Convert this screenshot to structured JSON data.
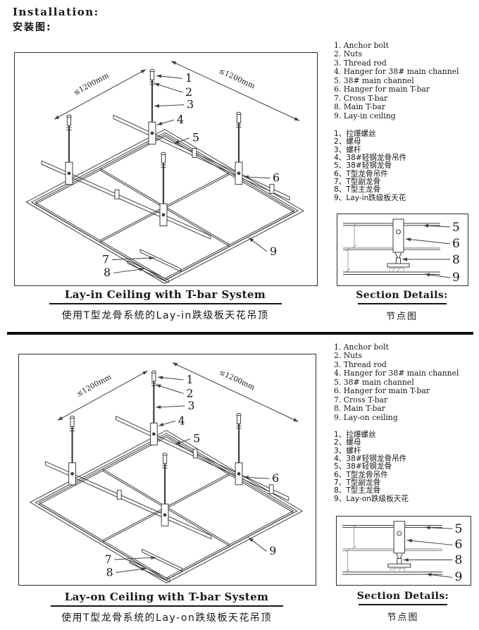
{
  "header": {
    "title_en": "Installation:",
    "title_cn": "安装图:"
  },
  "dim_label": "≤1200mm",
  "colors": {
    "line": "#3c3c3c",
    "text": "#161616",
    "divider": "#0d0d0d"
  },
  "panels": [
    {
      "name": "lay-in",
      "parts_en": [
        "1. Anchor bolt",
        "2. Nuts",
        "3. Thread rod",
        "4. Hanger for 38# main channel",
        "5. 38# main channel",
        "6. Hanger for main T-bar",
        "7. Cross T-bar",
        "8. Main T-bar",
        "9. Lay-in ceiling"
      ],
      "parts_cn": [
        "1、拉爆螺丝",
        "2、螺母",
        "3、螺杆",
        "4、38#轻钢龙骨吊件",
        "5、38#轻钢龙骨",
        "6、T型龙骨吊件",
        "7、T型副龙骨",
        "8、T型主龙骨",
        "9、Lay-in跌级板天花"
      ],
      "caption_en": "Lay-in Ceiling with T-bar System",
      "caption_cn": "使用T型龙骨系统的Lay-in跌级板天花吊顶",
      "section_caption_en": "Section Details:",
      "section_caption_cn": "节点图",
      "diagram_callouts": [
        "1",
        "2",
        "3",
        "4",
        "5",
        "6",
        "7",
        "8",
        "9"
      ],
      "section_callouts": [
        "5",
        "6",
        "8",
        "9"
      ]
    },
    {
      "name": "lay-on",
      "parts_en": [
        "1. Anchor bolt",
        "2. Nuts",
        "3. Thread rod",
        "4. Hanger for 38# main channel",
        "5. 38# main channel",
        "6. Hanger for main T-bar",
        "7. Cross T-bar",
        "8. Main T-bar",
        "9. Lay-on ceiling"
      ],
      "parts_cn": [
        "1、拉爆螺丝",
        "2、螺母",
        "3、螺杆",
        "4、38#轻钢龙骨吊件",
        "5、38#轻钢龙骨",
        "6、T型龙骨吊件",
        "7、T型副龙骨",
        "8、T型主龙骨",
        "9、Lay-on跌级板天花"
      ],
      "caption_en": "Lay-on Ceiling with T-bar System",
      "caption_cn": "使用T型龙骨系统的Lay-on跌级板天花吊顶",
      "section_caption_en": "Section Details:",
      "section_caption_cn": "节点图",
      "diagram_callouts": [
        "1",
        "2",
        "3",
        "4",
        "5",
        "6",
        "7",
        "8",
        "9"
      ],
      "section_callouts": [
        "5",
        "6",
        "8",
        "9"
      ]
    }
  ]
}
